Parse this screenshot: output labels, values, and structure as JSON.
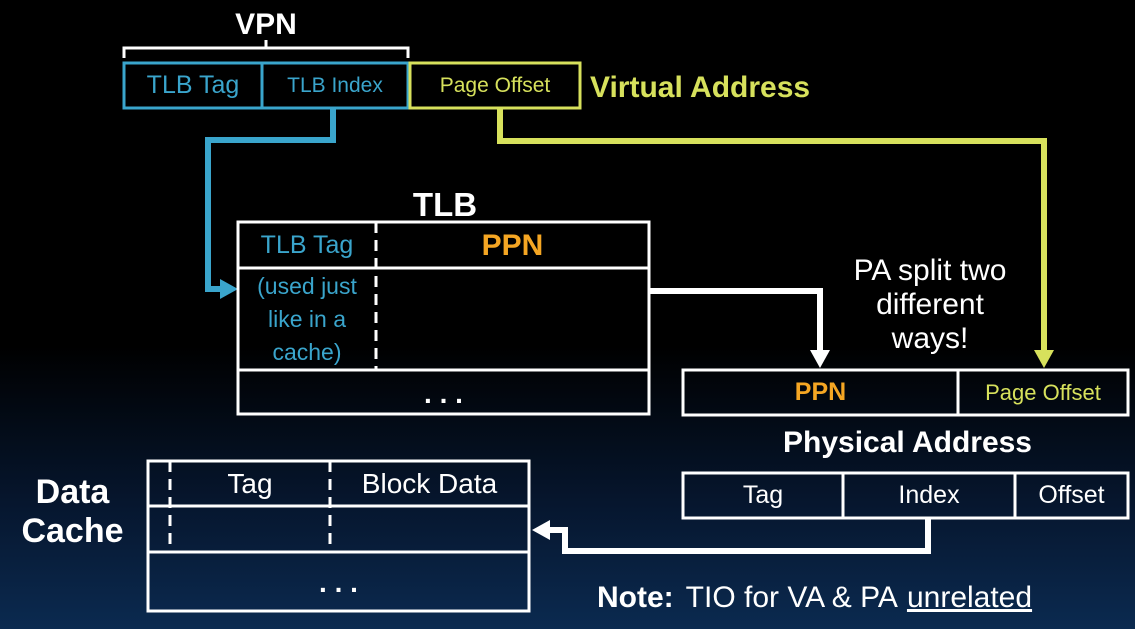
{
  "virtual_address": {
    "vpn_label": "VPN",
    "tlb_tag": "TLB Tag",
    "tlb_index": "TLB Index",
    "page_offset": "Page Offset",
    "title": "Virtual Address"
  },
  "tlb": {
    "title": "TLB",
    "col_tag": "TLB Tag",
    "col_ppn": "PPN",
    "note_line1": "(used just",
    "note_line2": "like in a",
    "note_line3": "cache)",
    "ellipsis": ". . ."
  },
  "pa_split_note": {
    "line1": "PA split two",
    "line2": "different",
    "line3": "ways!"
  },
  "physical_address": {
    "ppn": "PPN",
    "page_offset": "Page Offset",
    "title": "Physical Address",
    "tag": "Tag",
    "index": "Index",
    "offset": "Offset"
  },
  "data_cache": {
    "title_line1": "Data",
    "title_line2": "Cache",
    "col_tag": "Tag",
    "col_block": "Block Data",
    "ellipsis": ". . ."
  },
  "note": {
    "label": "Note:",
    "text": "TIO for VA & PA",
    "underlined": "unrelated"
  },
  "colors": {
    "blue": "#3aa5cc",
    "yellow_green": "#d7e15c",
    "orange": "#f5a623",
    "white": "#ffffff"
  }
}
